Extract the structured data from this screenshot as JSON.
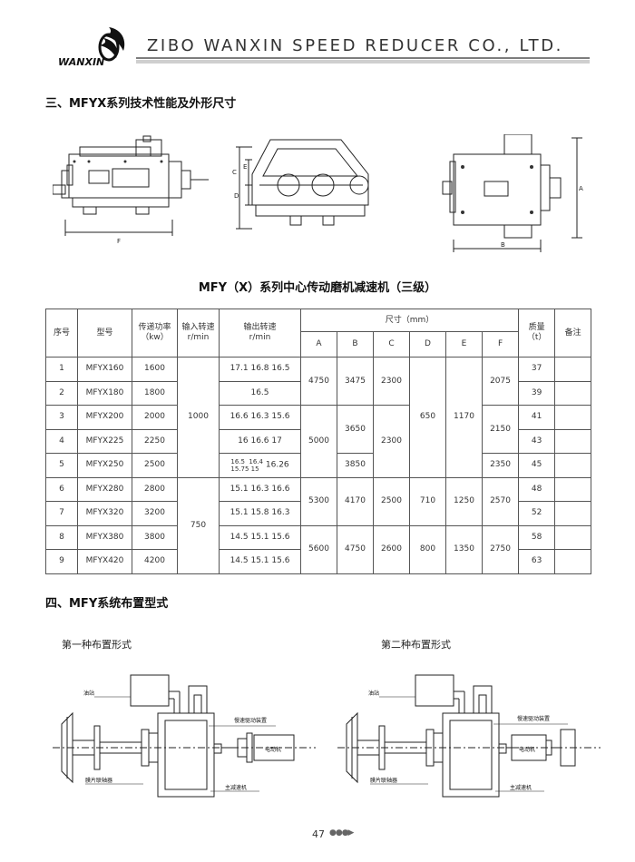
{
  "header": {
    "logo_text": "WANXIN",
    "company": "ZIBO WANXIN SPEED REDUCER CO., LTD."
  },
  "section3": {
    "title": "三、MFYX系列技术性能及外形尺寸"
  },
  "drawing_dims": {
    "f": "F",
    "c": "C",
    "e": "E",
    "d": "D",
    "a": "A",
    "b": "B"
  },
  "table": {
    "title": "MFY（X）系列中心传动磨机减速机（三级）",
    "headers": {
      "seq": "序号",
      "model": "型号",
      "power": "传递功率",
      "power_unit": "（kw）",
      "in_speed": "输入转速",
      "in_unit": "r/min",
      "out_speed": "输出转速",
      "out_unit": "r/min",
      "dims": "尺寸（mm）",
      "a": "A",
      "b": "B",
      "c": "C",
      "d": "D",
      "e": "E",
      "f": "F",
      "mass": "质量",
      "mass_unit": "（t）",
      "remark": "备注"
    },
    "rows": [
      {
        "no": "1",
        "model": "MFYX160",
        "power": "1600",
        "out": "17.1  16.8  16.5",
        "mass": "37"
      },
      {
        "no": "2",
        "model": "MFYX180",
        "power": "1800",
        "out": "16.5",
        "mass": "39"
      },
      {
        "no": "3",
        "model": "MFYX200",
        "power": "2000",
        "out": "16.6  16.3  15.6",
        "mass": "41"
      },
      {
        "no": "4",
        "model": "MFYX225",
        "power": "2250",
        "out": "16   16.6  17",
        "mass": "43"
      },
      {
        "no": "5",
        "model": "MFYX250",
        "power": "2500",
        "out_a": "16.5",
        "out_b": "15.75",
        "out_c": "16.4",
        "out_d": "15",
        "out_e": "16.26",
        "mass": "45"
      },
      {
        "no": "6",
        "model": "MFYX280",
        "power": "2800",
        "out": "15.1  16.3  16.6",
        "mass": "48"
      },
      {
        "no": "7",
        "model": "MFYX320",
        "power": "3200",
        "out": "15.1  15.8  16.3",
        "mass": "52"
      },
      {
        "no": "8",
        "model": "MFYX380",
        "power": "3800",
        "out": "14.5  15.1  15.6",
        "mass": "58"
      },
      {
        "no": "9",
        "model": "MFYX420",
        "power": "4200",
        "out": "14.5  15.1  15.6",
        "mass": "63"
      }
    ],
    "merged": {
      "in_1000": "1000",
      "in_750": "750",
      "a_4750": "4750",
      "a_5000": "5000",
      "a_5300": "5300",
      "a_5600": "5600",
      "b_3475": "3475",
      "b_3650": "3650",
      "b_3850": "3850",
      "b_4170": "4170",
      "b_4750": "4750",
      "c_2300a": "2300",
      "c_2300b": "2300",
      "c_2500": "2500",
      "c_2600": "2600",
      "d_650": "650",
      "d_710": "710",
      "d_800": "800",
      "e_1170": "1170",
      "e_1250": "1250",
      "e_1350": "1350",
      "f_2075": "2075",
      "f_2150": "2150",
      "f_2350": "2350",
      "f_2570": "2570",
      "f_2750": "2750"
    }
  },
  "section4": {
    "title": "四、MFY系统布置型式",
    "layout1": "第一种布置形式",
    "layout2": "第二种布置形式",
    "labels": {
      "oil_station": "油站",
      "slow_drive": "慢速驱动装置",
      "motor": "电动机",
      "diaphragm_coupling": "膜片联轴器",
      "main_reducer": "主减速机"
    }
  },
  "footer": {
    "page_number": "47",
    "arrows": "●●●▶"
  }
}
